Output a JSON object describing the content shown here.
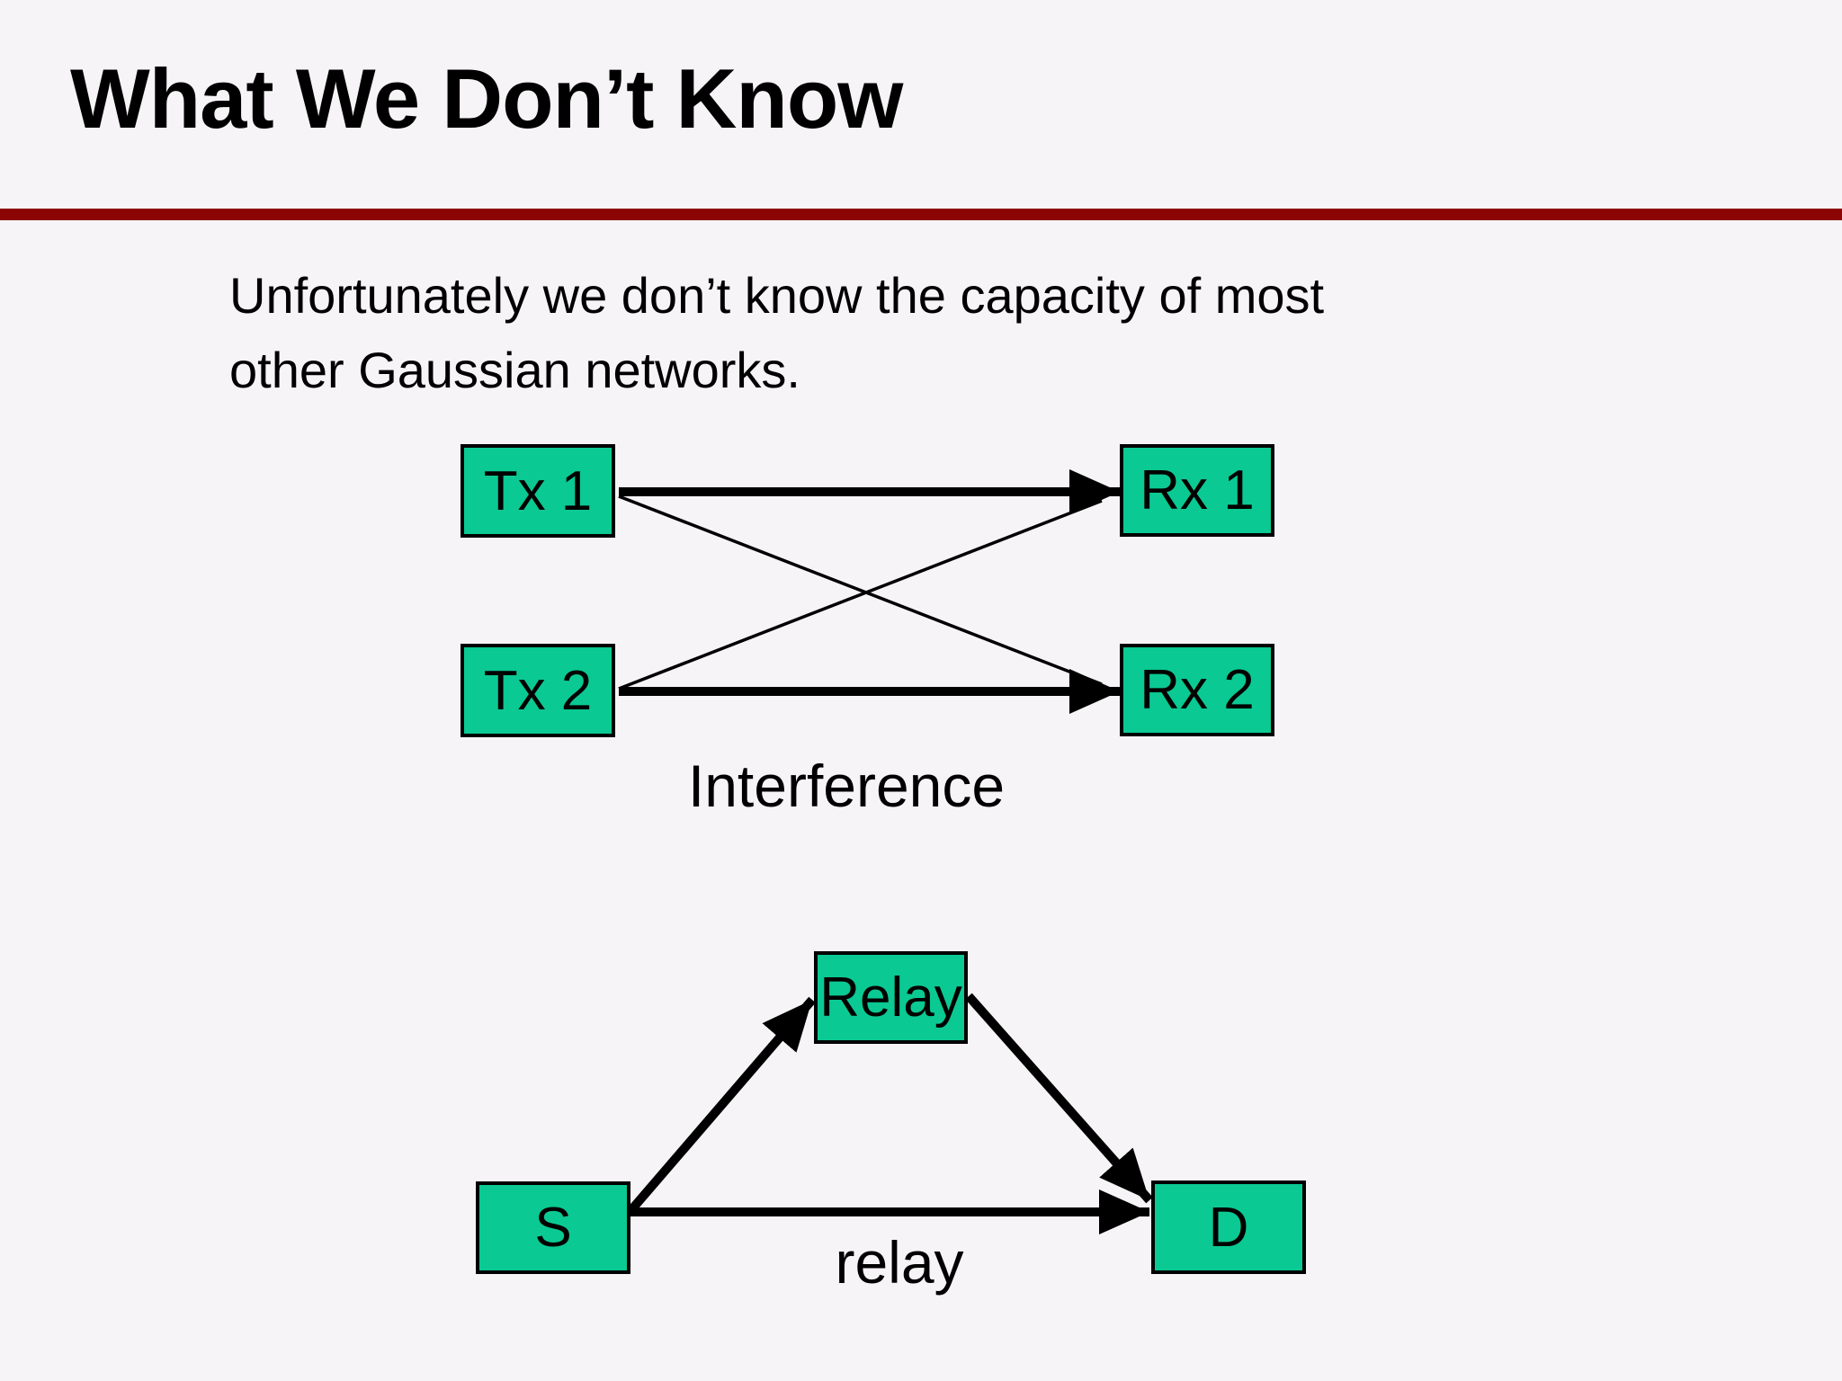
{
  "slide": {
    "title": "What We Don’t Know",
    "paragraph": {
      "line1": "Unfortunately we don’t know the capacity of most",
      "line2": "other Gaussian networks."
    },
    "colors": {
      "background": "#F7F4F7",
      "rule": "#8B0505",
      "node_fill": "#0AC993",
      "line": "#000000"
    },
    "interference_diagram": {
      "caption": "Interference",
      "nodes": [
        {
          "id": "tx1",
          "label": "Tx 1"
        },
        {
          "id": "rx1",
          "label": "Rx 1"
        },
        {
          "id": "tx2",
          "label": "Tx 2"
        },
        {
          "id": "rx2",
          "label": "Rx 2"
        }
      ],
      "edges": [
        {
          "from": "tx1",
          "to": "rx1",
          "style": "strong-arrow"
        },
        {
          "from": "tx2",
          "to": "rx2",
          "style": "strong-arrow"
        },
        {
          "from": "tx1",
          "to": "rx2",
          "style": "weak-line"
        },
        {
          "from": "tx2",
          "to": "rx1",
          "style": "weak-line"
        }
      ]
    },
    "relay_diagram": {
      "caption": "relay",
      "nodes": [
        {
          "id": "relay",
          "label": "Relay"
        },
        {
          "id": "s",
          "label": "S"
        },
        {
          "id": "d",
          "label": "D"
        }
      ],
      "edges": [
        {
          "from": "s",
          "to": "relay",
          "style": "strong-arrow"
        },
        {
          "from": "relay",
          "to": "d",
          "style": "strong-arrow"
        },
        {
          "from": "s",
          "to": "d",
          "style": "strong-arrow"
        }
      ]
    }
  }
}
